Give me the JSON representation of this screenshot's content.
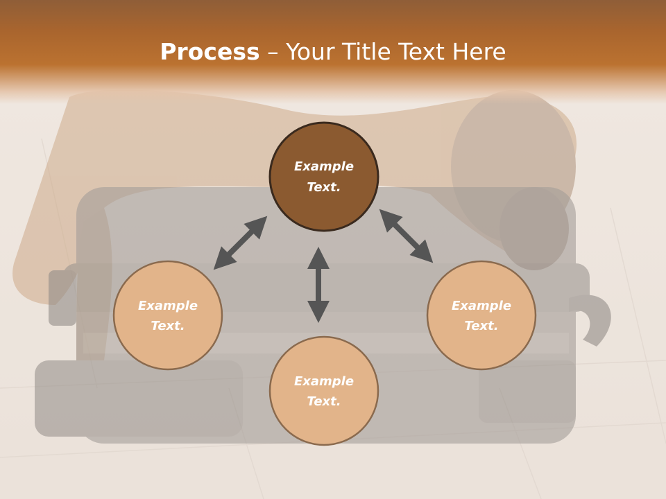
{
  "title": {
    "bold": "Process",
    "separator": " – ",
    "rest": "Your Title Text Here"
  },
  "colors": {
    "header": "#b87230",
    "center_fill": "#8b5a30",
    "outer_fill": "#e2b48a",
    "circle_border": "#3a2a1e",
    "outer_border": "#8a6a4e",
    "arrow": "#555555"
  },
  "diagram": {
    "center": {
      "line1": "Example",
      "line2": "Text."
    },
    "left": {
      "line1": "Example",
      "line2": "Text."
    },
    "right": {
      "line1": "Example",
      "line2": "Text."
    },
    "bottom": {
      "line1": "Example",
      "line2": "Text."
    }
  }
}
